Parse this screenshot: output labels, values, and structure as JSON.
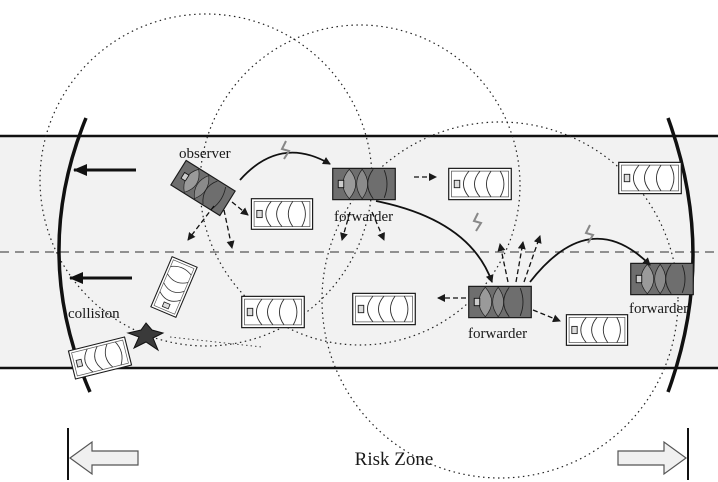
{
  "labels": {
    "observer": "observer",
    "forwarder_1": "forwarder",
    "forwarder_2": "forwarder",
    "forwarder_3": "forwarder",
    "collision": "collision",
    "risk_zone": "Risk Zone"
  },
  "colors": {
    "road": "#f2f2f2",
    "dark_car": "#6e6e6e",
    "light_car": "#ffffff",
    "outline": "#1a1a1a"
  }
}
